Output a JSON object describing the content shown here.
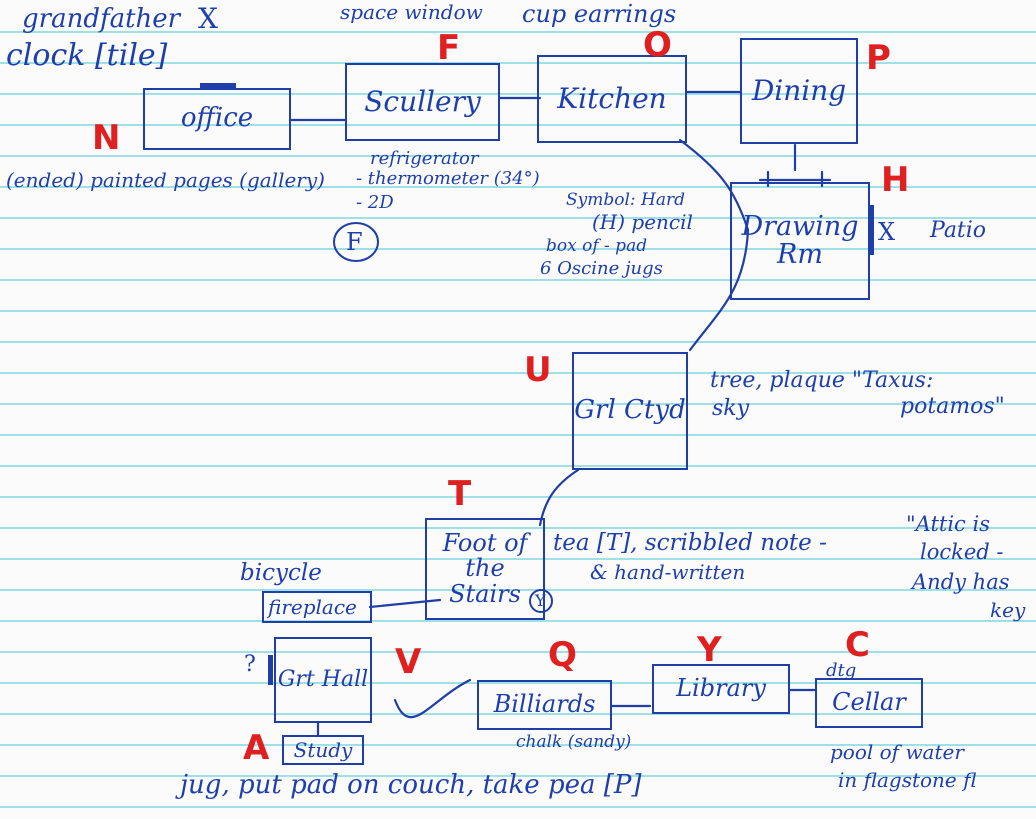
{
  "rooms": {
    "office": "office",
    "scullery": "Scullery",
    "kitchen": "Kitchen",
    "dining": "Dining",
    "drawing": "Drawing Rm",
    "court": "Grl Ctyd",
    "stairs": "Foot of the Stairs",
    "hall": "Grt Hall",
    "study": "Study",
    "billiards": "Billiards",
    "library": "Library",
    "cellar": "Cellar"
  },
  "letters": {
    "office": "N",
    "scullery": "F",
    "kitchen": "O",
    "dining": "P",
    "drawing": "H",
    "court": "U",
    "stairs": "T",
    "hall": "V",
    "billiards": "Q",
    "library": "Y",
    "cellar": "C",
    "study": "A",
    "circled_f": "F",
    "circled_y": "Y"
  },
  "notes": {
    "top_left": "grandfather",
    "clock_tile": "clock [tile]",
    "top_scullery": "space window",
    "top_kitchen": "cup earrings",
    "office_below": "(ended) painted pages (gallery)",
    "scullery_below_1": "refrigerator",
    "scullery_below_2": "- thermometer (34°)",
    "scullery_below_3": "- 2D",
    "drawing_left_1": "Symbol: Hard",
    "drawing_left_2": "(H) pencil",
    "drawing_left_3": "box of - pad",
    "drawing_left_4": "6 Oscine jugs",
    "patio": "Patio",
    "court_right_1": "tree, plaque \"Taxus:",
    "court_right_2": "sky",
    "court_right_3": "potamos\"",
    "stairs_right_1": "tea [T], scribbled note -",
    "stairs_right_2": "& hand-written",
    "attic_1": "\"Attic is",
    "attic_2": "locked -",
    "attic_3": "Andy has",
    "attic_4": "key",
    "bicycle": "bicycle",
    "fireplace": "fireplace",
    "hall_q": "?",
    "billiards_below": "chalk (sandy)",
    "cellar_top": "dtg",
    "cellar_below_1": "pool of water",
    "cellar_below_2": "in flagstone fl",
    "bottom": "jug, put pad on couch, take pea [P]",
    "x1": "X",
    "x2": "X"
  }
}
